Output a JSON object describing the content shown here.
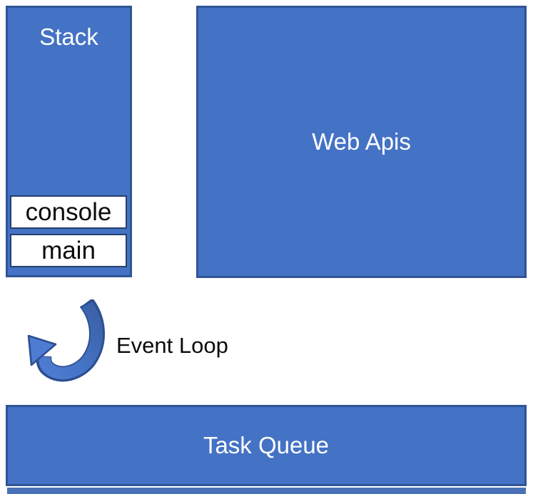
{
  "diagram": {
    "stack": {
      "label": "Stack",
      "items": [
        {
          "label": "console"
        },
        {
          "label": "main"
        }
      ]
    },
    "web_apis": {
      "label": "Web Apis"
    },
    "event_loop": {
      "label": "Event Loop"
    },
    "task_queue": {
      "label": "Task Queue"
    }
  },
  "icons": {
    "event_loop_arrow": "curved-arrow-counterclockwise"
  },
  "colors": {
    "box_fill": "#4472C4",
    "box_border": "#2F5496",
    "inner_box_fill": "#FFFFFF",
    "inner_box_border": "#24406E",
    "light_text": "#FFFFFF",
    "dark_text": "#0B0B0B",
    "arrow_outline": "#2C4F8F",
    "arrow_fill_dark": "#3A5FA4",
    "arrow_fill_light": "#4E7CD2",
    "background": "#FFFFFF"
  }
}
